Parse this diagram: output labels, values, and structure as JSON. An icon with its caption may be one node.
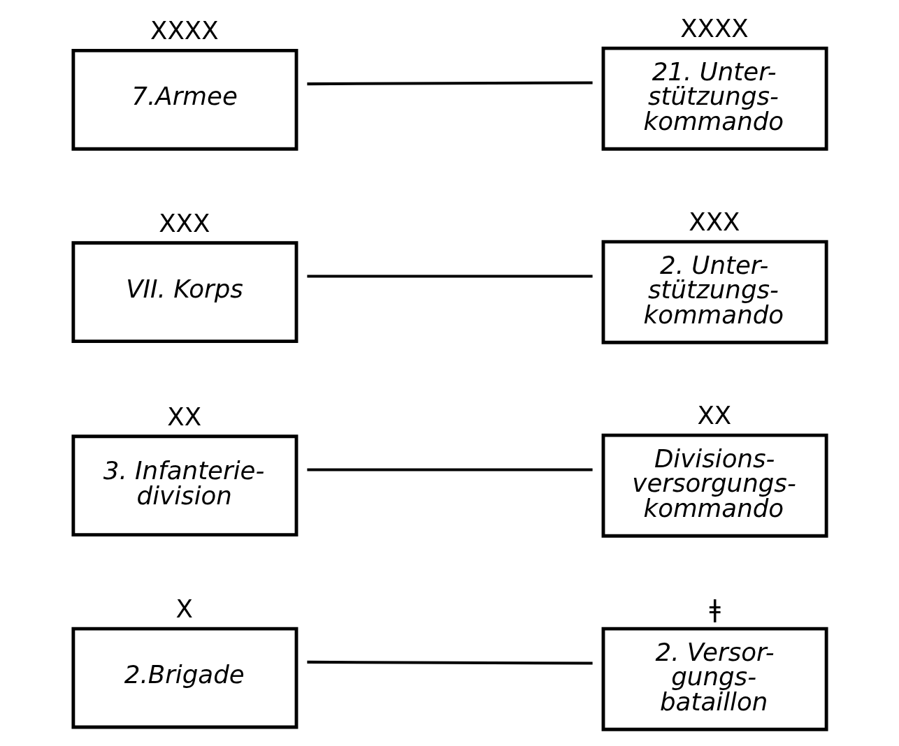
{
  "diagram": {
    "nodes": [
      {
        "text": [
          "XXXX",
          "7.Armee"
        ]
      },
      {
        "text": [
          "XXXX",
          "21. Unter- stützungs- kommando"
        ]
      },
      {
        "text": [
          "XXX",
          "VII. Korps"
        ]
      },
      {
        "text": [
          "XXX",
          "2. Unter- stützungs- kommando"
        ]
      },
      {
        "text": [
          "XX",
          "3. Infanterie- division"
        ]
      },
      {
        "text": [
          "XX",
          "Divisions- versorgungs- kommando"
        ]
      },
      {
        "text": [
          "X",
          "2.Brigade"
        ]
      },
      {
        "text": [
          "ǂ",
          "2. Versor- gungs- bataillon"
        ]
      }
    ],
    "edges": [
      {
        "from": 0,
        "to": 1,
        "arrow": "none"
      },
      {
        "from": 2,
        "to": 3,
        "arrow": "none"
      },
      {
        "from": 4,
        "to": 5,
        "arrow": "none"
      },
      {
        "from": 6,
        "to": 7,
        "arrow": "none"
      }
    ]
  }
}
